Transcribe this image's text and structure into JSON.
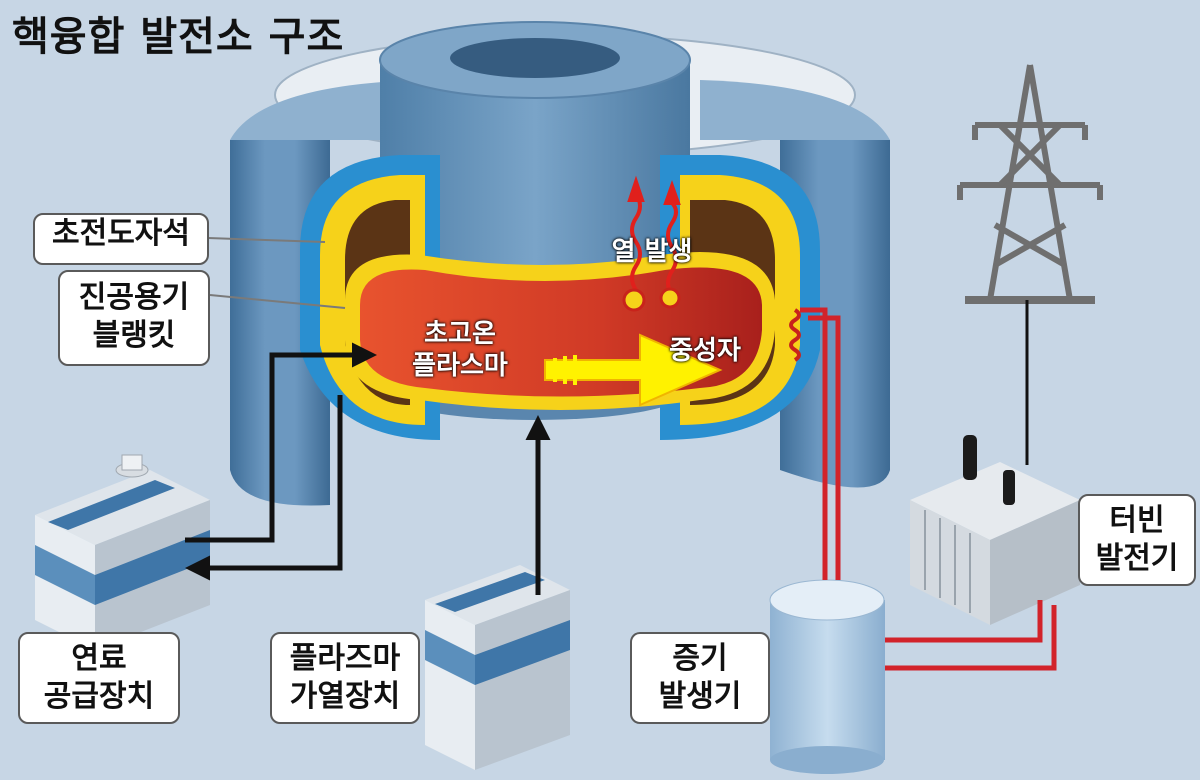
{
  "title": "핵융합 발전소 구조",
  "labels": {
    "superconducting_magnet": "초전도자석",
    "vacuum_vessel_line1": "진공용기",
    "vacuum_vessel_line2": "블랭킷",
    "fuel_supply_line1": "연료",
    "fuel_supply_line2": "공급장치",
    "plasma_heating_line1": "플라즈마",
    "plasma_heating_line2": "가열장치",
    "steam_generator_line1": "증기",
    "steam_generator_line2": "발생기",
    "turbine_line1": "터빈",
    "turbine_line2": "발전기",
    "plasma_line1": "초고온",
    "plasma_line2": "플라스마",
    "neutron": "중성자",
    "heat": "열 발생"
  },
  "colors": {
    "background": "#c7d6e5",
    "reactor_blue": "#5f8fb8",
    "plasma_red": "#d9402a",
    "blanket_yellow": "#f6d21a",
    "pipe_red": "#d2232a",
    "tower_gray": "#6f6f6f"
  }
}
